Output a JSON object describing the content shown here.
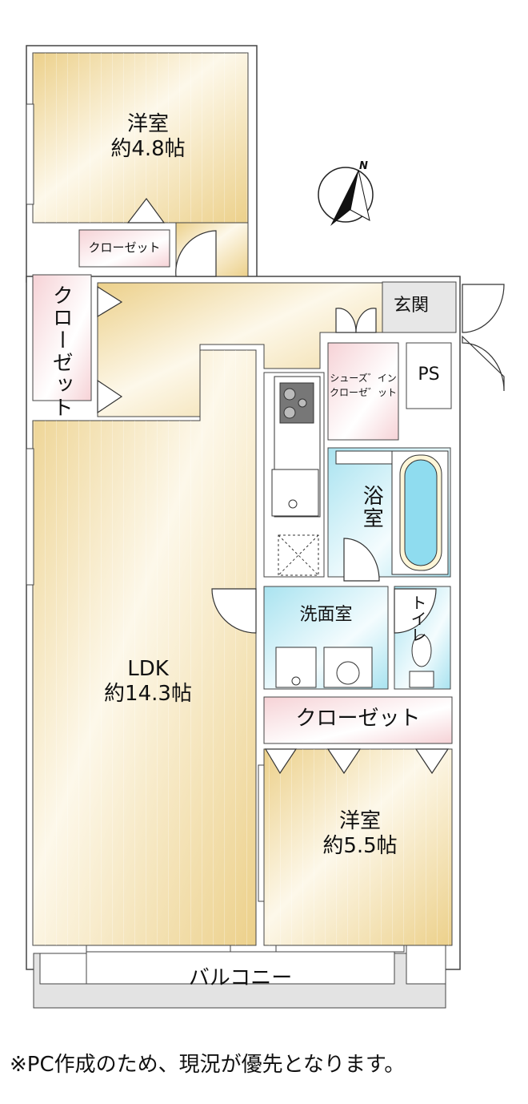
{
  "rooms": {
    "bedroom_north": {
      "name": "洋室",
      "size": "約4.8帖"
    },
    "closet_small": "クローゼット",
    "closet_vertical": "クローゼット",
    "entrance": "玄関",
    "shoe_closet_line1": "シューズ゛イン",
    "shoe_closet_line2": "クローゼ゛ット",
    "ps": "PS",
    "bathroom": "浴室",
    "washroom": "洗面室",
    "toilet": "トイレ",
    "closet_wide": "クローゼット",
    "ldk": {
      "name": "LDK",
      "size": "約14.3帖"
    },
    "bedroom_south": {
      "name": "洋室",
      "size": "約5.5帖"
    },
    "balcony": "バルコニー"
  },
  "compass": {
    "label": "N"
  },
  "note": "※PC作成のため、現況が優先となります。",
  "colors": {
    "floor": "#f1dca5",
    "closet": "#f8dfe1",
    "wet": "#bfeaf3",
    "tile": "#e6e6e6",
    "wall": "#444444"
  }
}
